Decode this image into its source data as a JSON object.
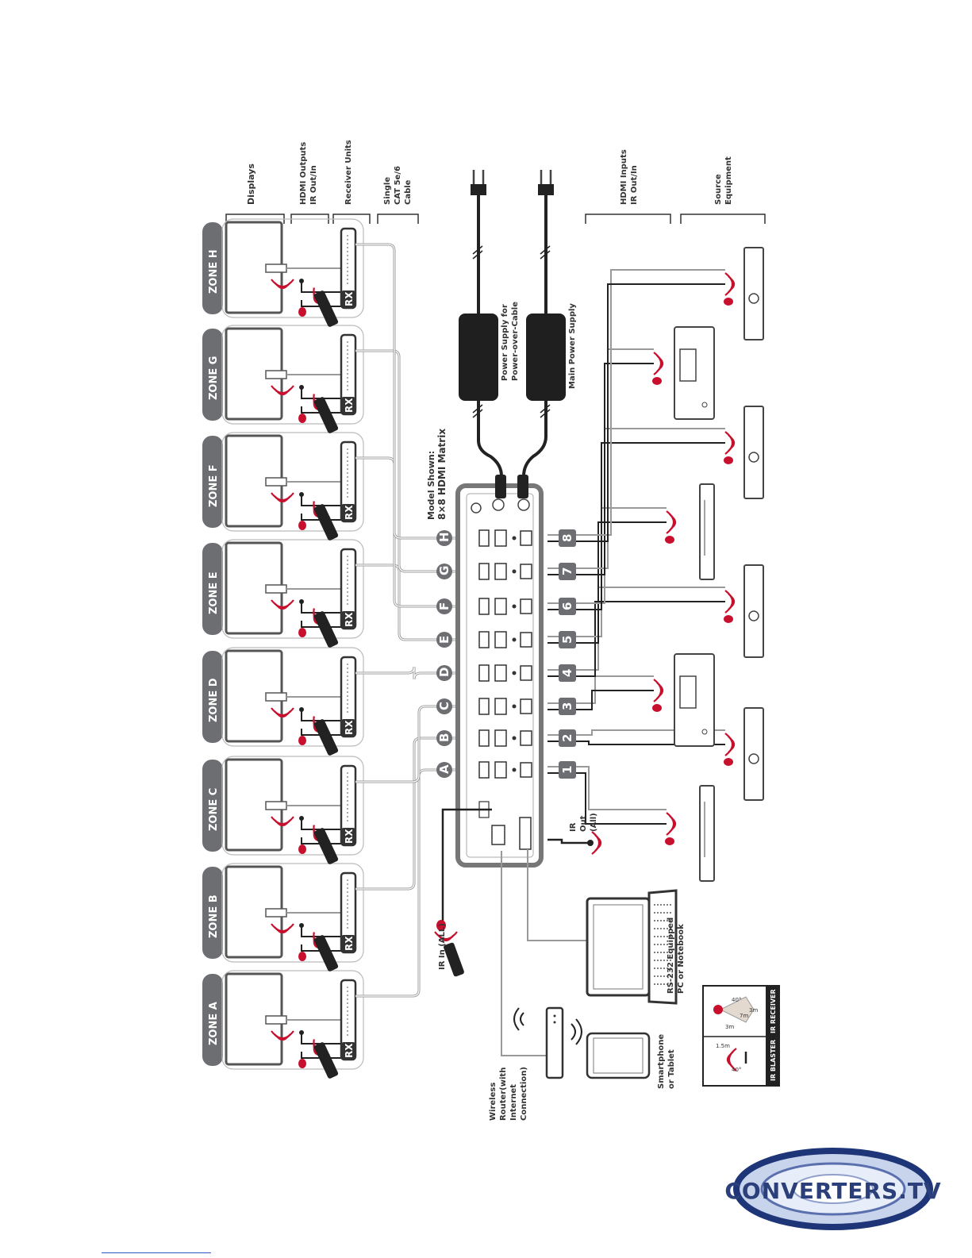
{
  "labels": {
    "displays": "Displays",
    "hdmi_outputs_line1": "HDMI Outputs",
    "hdmi_outputs_line2": "IR Out/In",
    "receiver_units": "Receiver Units",
    "cable_line1": "Single",
    "cable_line2": "CAT 5e/6",
    "cable_line3": "Cable",
    "hdmi_inputs_line1": "HDMI Inputs",
    "hdmi_inputs_line2": "IR Out/In",
    "source_line1": "Source",
    "source_line2": "Equipment",
    "model_line1": "Model Shown:",
    "model_line2": "8×8 HDMI Matrix",
    "psu_poc_line1": "Power Supply for",
    "psu_poc_line2": "Power-over-Cable",
    "main_psu": "Main Power Supply",
    "ir_out_line1": "IR",
    "ir_out_line2": "Out",
    "ir_out_line3": "(All)",
    "ir_in_all": "IR In (ALL)",
    "pc_line1": "RS-232 Equipped",
    "pc_line2": "PC or Notebook",
    "router_line1": "Wireless",
    "router_line2": "Router(with",
    "router_line3": "Internet",
    "router_line4": "Connection)",
    "phone_line1": "Smartphone",
    "phone_line2": "or Tablet",
    "rx_label": "RX"
  },
  "zones": [
    {
      "prefix": "ZONE",
      "letter": "A"
    },
    {
      "prefix": "ZONE",
      "letter": "B"
    },
    {
      "prefix": "ZONE",
      "letter": "C"
    },
    {
      "prefix": "ZONE",
      "letter": "D"
    },
    {
      "prefix": "ZONE",
      "letter": "E"
    },
    {
      "prefix": "ZONE",
      "letter": "F"
    },
    {
      "prefix": "ZONE",
      "letter": "G"
    },
    {
      "prefix": "ZONE",
      "letter": "H"
    }
  ],
  "output_ports": [
    "A",
    "B",
    "C",
    "D",
    "E",
    "F",
    "G",
    "H"
  ],
  "input_ports": [
    "1",
    "2",
    "3",
    "4",
    "5",
    "6",
    "7",
    "8"
  ],
  "legend": {
    "ir_blaster": "IR BLASTER",
    "ir_receiver": "IR RECEIVER",
    "blaster_distance": "1.5m",
    "blaster_angle": "40°",
    "receiver_angle": "40°",
    "receiver_d1": "3m",
    "receiver_d2": "7m",
    "receiver_d3": "3m"
  },
  "logo": {
    "text": "CONVERTERS.TV"
  },
  "colors": {
    "zone_tab": "#6d6e71",
    "device_outline": "#555555",
    "ir_red": "#c8102e",
    "cable": "#999999",
    "logo_blue": "#2b3f7a"
  },
  "icons": [
    "tv-display-icon",
    "receiver-unit-icon",
    "remote-control-icon",
    "ir-signal-icon",
    "power-adapter-icon",
    "plug-icon",
    "laptop-icon",
    "tablet-icon",
    "router-icon",
    "source-device-icon"
  ]
}
